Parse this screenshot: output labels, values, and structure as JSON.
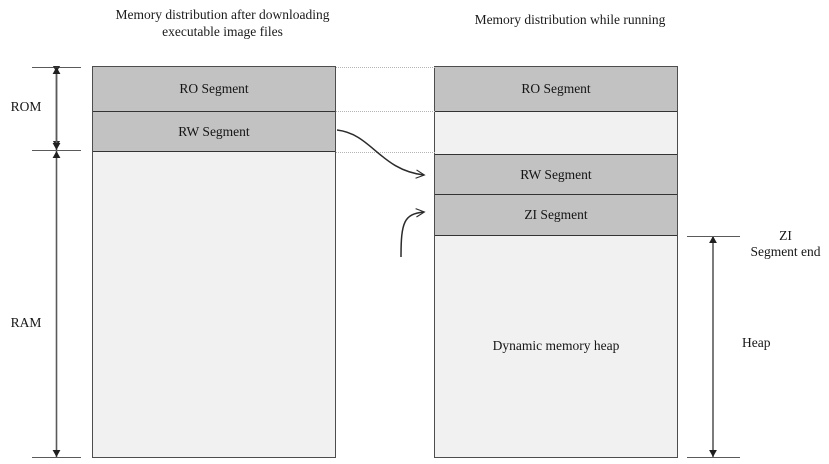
{
  "diagram": {
    "titles": {
      "left": "Memory distribution after downloading executable image files",
      "right": "Memory distribution while running"
    },
    "left_column": {
      "segments": [
        {
          "id": "ro",
          "label": "RO Segment",
          "fill": "#c2c2c2"
        },
        {
          "id": "rw",
          "label": "RW Segment",
          "fill": "#c2c2c2"
        },
        {
          "id": "free",
          "label": "",
          "fill": "#f1f1f1"
        }
      ]
    },
    "right_column": {
      "segments": [
        {
          "id": "ro",
          "label": "RO Segment",
          "fill": "#c2c2c2"
        },
        {
          "id": "gap",
          "label": "",
          "fill": "#f1f1f1"
        },
        {
          "id": "rw",
          "label": "RW Segment",
          "fill": "#c2c2c2"
        },
        {
          "id": "zi",
          "label": "ZI Segment",
          "fill": "#c2c2c2"
        },
        {
          "id": "heap",
          "label": "Dynamic memory heap",
          "fill": "#f1f1f1"
        }
      ]
    },
    "brackets": {
      "rom": "ROM",
      "ram": "RAM",
      "zi_segment_end": "ZI\nSegment end",
      "zi_segment_end_line1": "ZI",
      "zi_segment_end_line2": "Segment end",
      "heap": "Heap"
    },
    "colors": {
      "segment_fill": "#c2c2c2",
      "empty_fill": "#f1f1f1",
      "box_border": "#4d4d4d",
      "guide_line": "#b5b5b5",
      "arrow": "#2b2b2b",
      "text": "#141414"
    },
    "connectors": [
      {
        "name": "rw-relocation-arrow",
        "from": "left RW Segment",
        "to": "right RW Segment"
      },
      {
        "name": "zi-creation-arrow",
        "from": "below",
        "to": "right ZI Segment"
      }
    ]
  }
}
